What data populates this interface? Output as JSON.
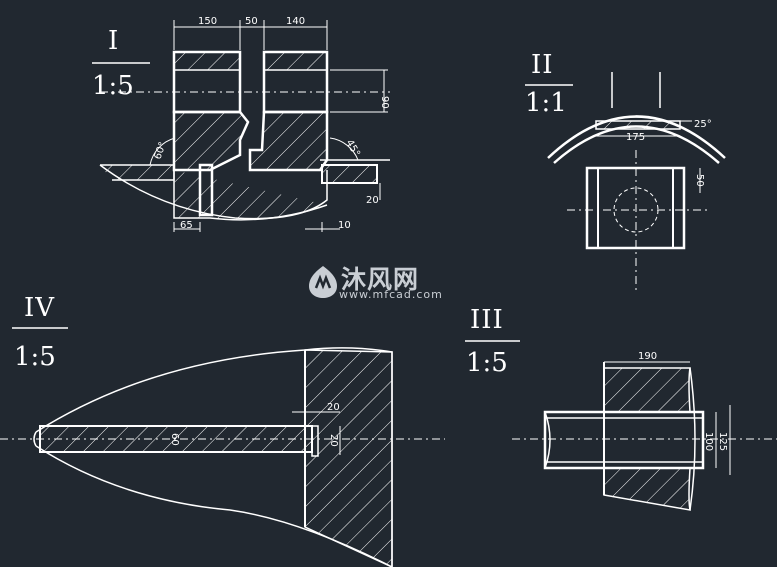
{
  "views": {
    "i": {
      "label": "I",
      "scale": "1:5",
      "dims": {
        "w_left": "150",
        "w_mid": "50",
        "w_right": "140",
        "h_right": "90",
        "angle_left": "60°",
        "angle_right": "45°",
        "bottom_left": "65",
        "bottom_right": "10",
        "side_right": "20"
      }
    },
    "ii": {
      "label": "II",
      "scale": "1:1",
      "dims": {
        "width": "175",
        "angle": "25°",
        "height": "50"
      }
    },
    "iii": {
      "label": "III",
      "scale": "1:5",
      "dims": {
        "width": "190",
        "inner": "100",
        "outer": "125"
      }
    },
    "iv": {
      "label": "IV",
      "scale": "1:5",
      "dims": {
        "gap": "20",
        "thickness": "60",
        "small": "20"
      }
    }
  },
  "watermark": {
    "brand": "沐风网",
    "url": "www.mfcad.com"
  },
  "colors": {
    "background": "#212830",
    "line": "#ffffff"
  }
}
